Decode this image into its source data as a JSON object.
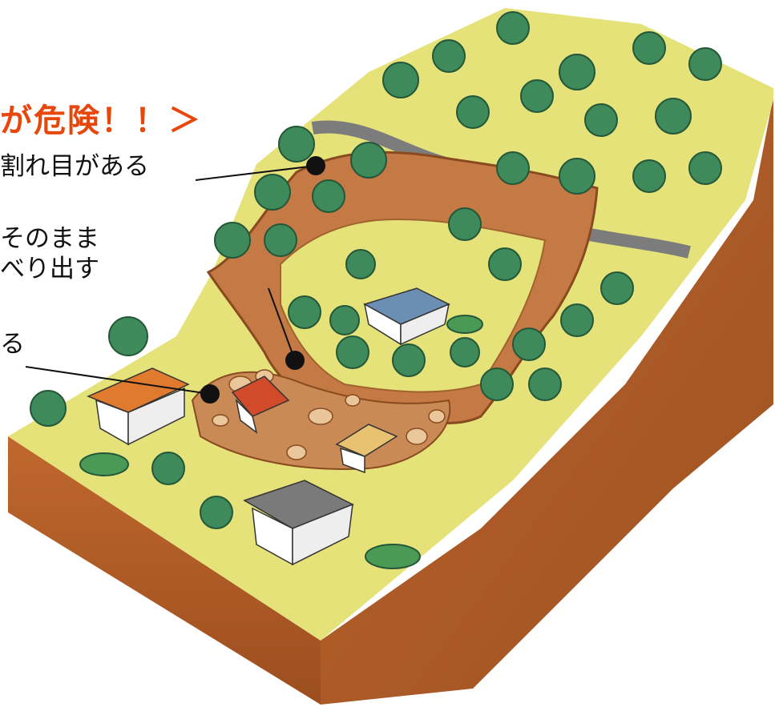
{
  "title": "が危険！！＞",
  "labels": {
    "crack": "割れ目がある",
    "slide_line1": "そのまま",
    "slide_line2": "べり出す",
    "fall": "る"
  },
  "colors": {
    "title": "#e8470c",
    "grass": "#e6e27a",
    "soil": "#b8622c",
    "scarp": "#c57a45",
    "tree": "#3e8a5a",
    "road": "#7c7c7c",
    "roof_blue": "#6b8fb3",
    "roof_orange": "#e07a2e",
    "roof_gray": "#7a7a7a"
  }
}
